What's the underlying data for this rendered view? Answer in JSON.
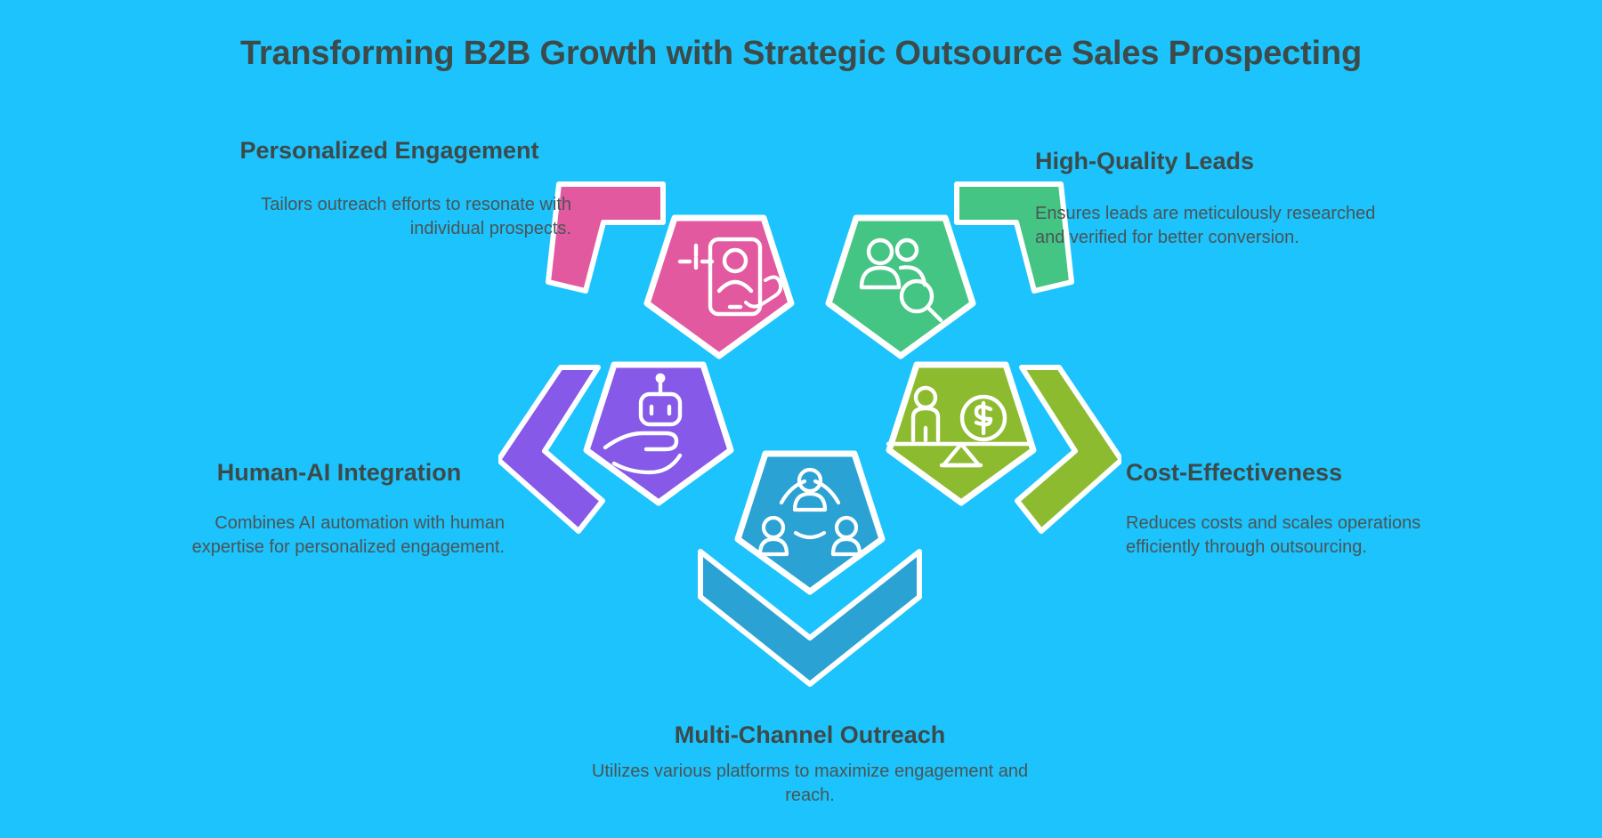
{
  "page": {
    "title": "Transforming B2B Growth with Strategic Outsource Sales Prospecting",
    "background_color": "#1cc3fc",
    "text_color": "#3d4a4a"
  },
  "nodes": [
    {
      "id": "personalized-engagement",
      "heading": "Personalized Engagement",
      "body": "Tailors outreach efforts to resonate with individual prospects.",
      "color": "#e2599f",
      "icon": "smartphone-person-sparkle-icon",
      "position": "top-left"
    },
    {
      "id": "high-quality-leads",
      "heading": "High-Quality Leads",
      "body": "Ensures leads are meticulously researched and verified for better conversion.",
      "color": "#45c583",
      "icon": "people-search-icon",
      "position": "top-right"
    },
    {
      "id": "human-ai-integration",
      "heading": "Human-AI Integration",
      "body": "Combines AI automation with human expertise for personalized engagement.",
      "color": "#8659e8",
      "icon": "hand-robot-icon",
      "position": "left"
    },
    {
      "id": "cost-effectiveness",
      "heading": "Cost-Effectiveness",
      "body": "Reduces costs and scales operations efficiently through outsourcing.",
      "color": "#8cbb2f",
      "icon": "seesaw-person-dollar-icon",
      "position": "right"
    },
    {
      "id": "multi-channel-outreach",
      "heading": "Multi-Channel Outreach",
      "body": "Utilizes various platforms to maximize engagement and reach.",
      "color": "#2ba2d4",
      "icon": "people-network-icon",
      "position": "bottom"
    }
  ]
}
